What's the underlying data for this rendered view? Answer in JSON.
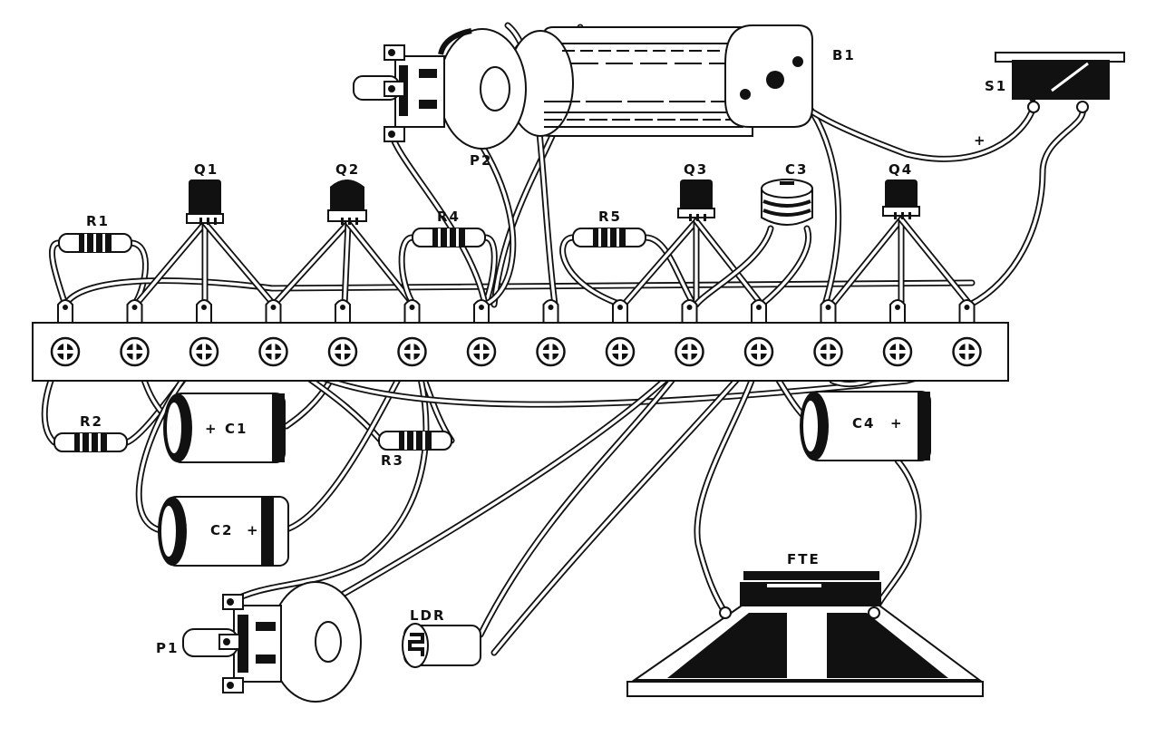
{
  "diagram": {
    "labels": {
      "q1": "Q1",
      "q2": "Q2",
      "q3": "Q3",
      "q4": "Q4",
      "r1": "R1",
      "r2": "R2",
      "r3": "R3",
      "r4": "R4",
      "r5": "R5",
      "c1": "C1",
      "c2": "C2",
      "c3": "C3",
      "c4": "C4",
      "p1": "P1",
      "p2": "P2",
      "b1": "B1",
      "s1": "S1",
      "ldr": "LDR",
      "fte": "FTE"
    },
    "polarity": {
      "c1": "+",
      "c2": "+",
      "c4": "+",
      "s1_wire": "+"
    },
    "terminal_strip": {
      "terminals": 14
    },
    "colors": {
      "ink": "#111111",
      "paper": "#ffffff"
    }
  }
}
